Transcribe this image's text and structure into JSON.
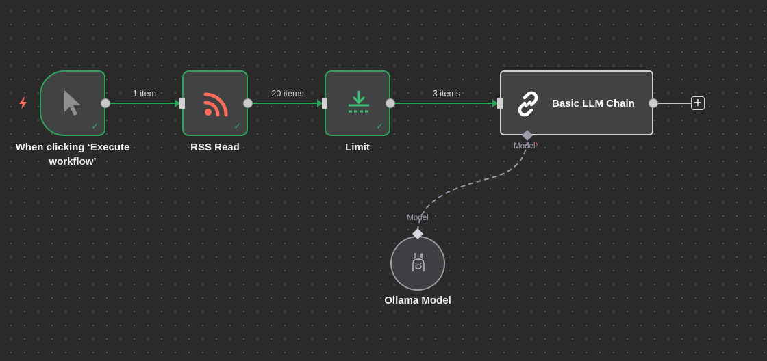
{
  "canvas": {
    "background": "#2a2a2a",
    "success_color": "#2ea25b",
    "rss_color": "#ff6d5a"
  },
  "nodes": [
    {
      "id": "trigger",
      "label": "When clicking ‘Execute workflow’",
      "icon": "cursor-arrow-icon",
      "status": "success"
    },
    {
      "id": "rss",
      "label": "RSS Read",
      "icon": "rss-icon",
      "status": "success"
    },
    {
      "id": "limit",
      "label": "Limit",
      "icon": "limit-download-icon",
      "status": "success"
    },
    {
      "id": "llm",
      "label": "Basic LLM Chain",
      "icon": "chain-link-icon",
      "port_label": "Model",
      "port_required_mark": "*"
    },
    {
      "id": "ollama",
      "label": "Ollama Model",
      "icon": "llama-icon",
      "port_label": "Model"
    }
  ],
  "connections": [
    {
      "from": "trigger",
      "to": "rss",
      "label": "1 item"
    },
    {
      "from": "rss",
      "to": "limit",
      "label": "20 items"
    },
    {
      "from": "limit",
      "to": "llm",
      "label": "3 items"
    },
    {
      "from": "ollama",
      "to": "llm",
      "label": ""
    }
  ],
  "add_button": {
    "symbol": "+"
  }
}
